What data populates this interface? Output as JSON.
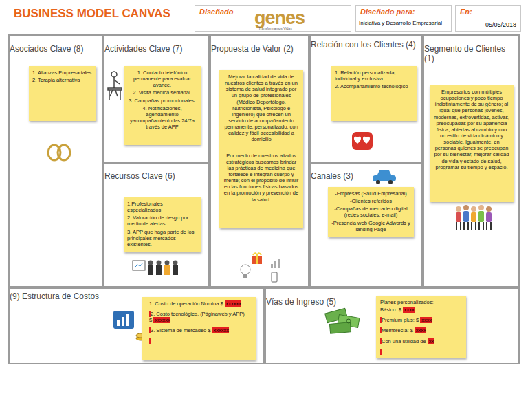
{
  "diagram": {
    "title": "BUSINESS MODEL CANVAS",
    "nodes": [
      {
        "text": [
          "Diseñado",
          "genes",
          "Transformamos Vidas"
        ]
      },
      {
        "text": [
          "Diseñado para:",
          "Iniciativa y Desarrollo Empresarial"
        ]
      },
      {
        "text": [
          "En:",
          "05/05/2018"
        ]
      },
      {
        "text": [
          "Asociados Clave (8)"
        ]
      },
      {
        "text": [
          "1. Alianzas Empresariales",
          "2. Terapia alternativa"
        ],
        "in": 3
      },
      {
        "text": [
          "Actividades Clave (7)"
        ]
      },
      {
        "text": [
          "1. Contacto telefónico permanente para evaluar avance.",
          "2. Visita médica semanal.",
          "3. Campañas promocionales.",
          "4. Notificaciones, agendamiento yacompañamiento las 24/7a través de APP"
        ],
        "in": 5
      },
      {
        "text": [
          "Propuesta de Valor (2)"
        ]
      },
      {
        "text": [
          "Mejorar la calidad de vida de nuestros clientes a través en un sistema de salud integrado por un grupo de profesionales (Médico Deportólogo, Nutricionista, Psicólogo e Ingeniero) que ofrecen un servicio de acompañamiento permanente, personalizado, con calidez y fácil accesibilidad a domicilio",
          "Por medio de nuestros aliados estratégicos buscamos brindar las prácticas de medicina que fortalece e integran cuerpo y mente; con el propósito de influir en las funciones físicas basados en la promoción y prevención de la salud."
        ],
        "in": 7
      },
      {
        "text": [
          "Relación con los Clientes (4)"
        ]
      },
      {
        "text": [
          "1. Relación personalizada, individual y exclusiva.",
          "2. Acompañamiento tecnológico"
        ],
        "in": 9
      },
      {
        "text": [
          "Segmento de Clientes (1)"
        ]
      },
      {
        "text": [
          "Empresarios con múltiples ocupaciones y poco tiempo indistintamente de su género; al igual que personas jóvenes, modernas, extrovertidas, activas, preocupadas por su apariencia física, abiertas al cambio y con un estilo de vida dinámico y sociable. Igualmente, en personas quienes se preocupan por su bienestar, mejorar calidad de vida y estado de salud, programar su tiempo y espacio."
        ],
        "in": 11
      },
      {
        "text": [
          "Recursos Clave (6)"
        ]
      },
      {
        "text": [
          "1.Profesionales especializados",
          "2. Valoración de riesgo por medio de alertas.",
          "3. APP que haga parte de los principales mercados existentes."
        ],
        "in": 13
      },
      {
        "text": [
          "Canales (3)"
        ]
      },
      {
        "text": [
          "-Empresas (Salud Empresarial)",
          "-Clientes referidos",
          "-Campañas de mercadeo digital (redes sociales, e-mail)",
          "-Presencia web Google Adwords y landing Page"
        ],
        "in": 15
      },
      {
        "text": [
          "(9) Estructura de Costos"
        ]
      },
      {
        "text": [
          "1. Costo de operación Nomina $",
          "xxxxxx",
          "2. Costo tecnológico. (Páginaweb y APP) $",
          "xxxxxx",
          "3. Sistema de mercadeo $",
          "xxxxxx"
        ],
        "in": 17
      },
      {
        "text": [
          "Vías de Ingreso (5)"
        ]
      },
      {
        "text": [
          "Planes personalizados:",
          "Básico: $",
          "xxxx",
          "Premium plus: $",
          "xxxx",
          "Membrecía: $",
          "xxxx",
          "Con una utilidad de",
          "xx"
        ],
        "in": 19
      }
    ]
  }
}
